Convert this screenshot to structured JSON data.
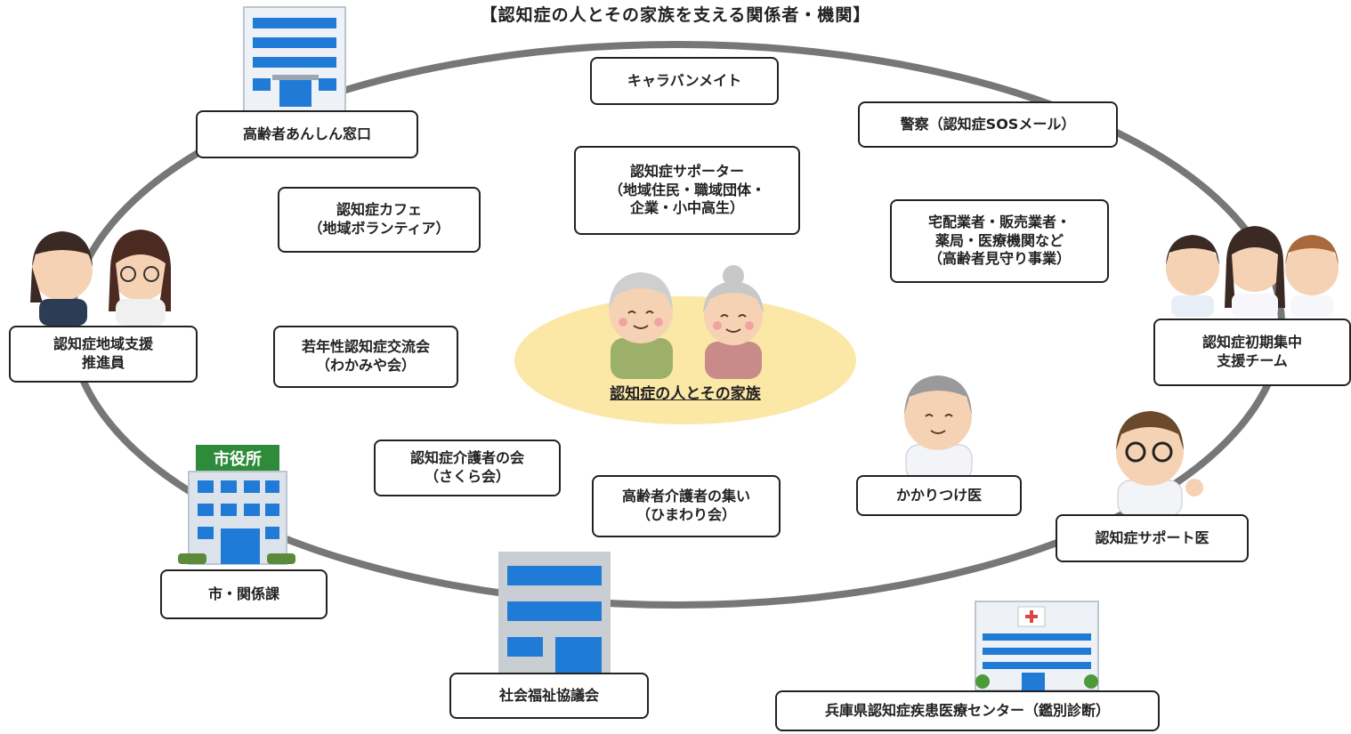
{
  "title": "【認知症の人とその家族を支える関係者・機関】",
  "center": {
    "label": "認知症の人とその家族"
  },
  "boxes": {
    "caravan": [
      "キャラバンメイト"
    ],
    "anshin": [
      "高齢者あんしん窓口"
    ],
    "police": [
      "警察（認知症SOSメール）"
    ],
    "supporter": [
      "認知症サポーター",
      "（地域住民・職域団体・",
      "企業・小中高生）"
    ],
    "cafe": [
      "認知症カフェ",
      "（地域ボランティア）"
    ],
    "takuhai": [
      "宅配業者・販売業者・",
      "薬局・医療機関など",
      "（高齢者見守り事業）"
    ],
    "chiiki": [
      "認知症地域支援",
      "推進員"
    ],
    "wakamiya": [
      "若年性認知症交流会",
      "（わかみや会）"
    ],
    "shoki": [
      "認知症初期集中",
      "支援チーム"
    ],
    "sakura": [
      "認知症介護者の会",
      "（さくら会）"
    ],
    "himawari": [
      "高齢者介護者の集い",
      "（ひまわり会）"
    ],
    "kakari": [
      "かかりつけ医"
    ],
    "supportdr": [
      "認知症サポート医"
    ],
    "city": [
      "市・関係課"
    ],
    "shakyo": [
      "社会福祉協議会"
    ],
    "hyogo": [
      "兵庫県認知症疾患医療センター（鑑別診断）"
    ]
  },
  "city_sign": "市役所",
  "colors": {
    "ring": "#777777",
    "center_fill": "#fbe7a6",
    "building": "#1f7bd6",
    "sign": "#2e8b3a"
  }
}
